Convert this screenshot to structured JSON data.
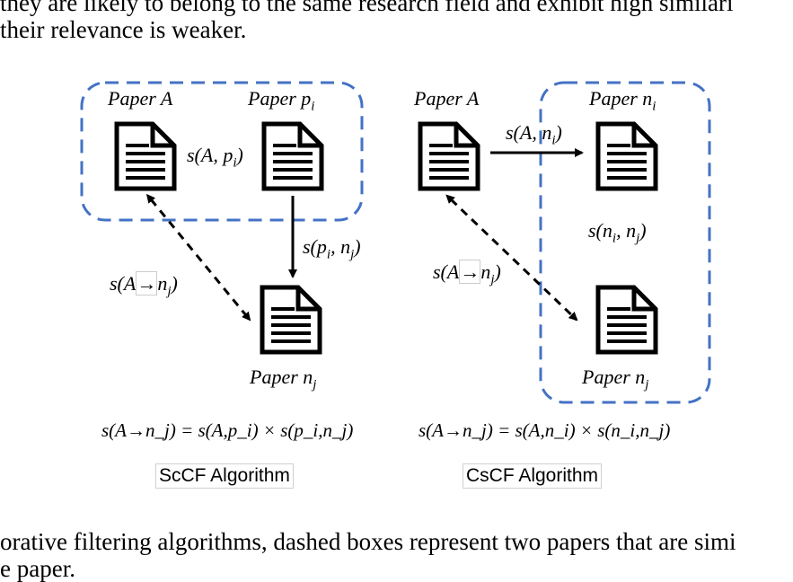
{
  "text_top": {
    "line1": "they are likely to belong to the same research field and exhibit high similari",
    "line2": "their relevance is weaker."
  },
  "scf": {
    "paper_a_label": "Paper A",
    "paper_pi_label": "Paper p",
    "paper_pi_sub": "i",
    "paper_nj_label": "Paper n",
    "paper_nj_sub": "j",
    "s_a_pi": "s(A, p",
    "s_a_pi_tail": ")",
    "s_pi_nj": "s(p",
    "s_pi_nj_mid": ", n",
    "s_a_nj": "s(A",
    "arrow_glyph": "→",
    "formula": "s(A→n_j) = s(A,p_i) × s(p_i,n_j)",
    "algorithm_label": "ScCF Algorithm"
  },
  "csf": {
    "paper_a_label": "Paper A",
    "paper_ni_label": "Paper n",
    "paper_ni_sub": "i",
    "paper_nj_label": "Paper n",
    "paper_nj_sub": "j",
    "s_a_ni": "s(A, n",
    "s_ni_nj": "s(n",
    "s_a_nj": "s(A",
    "arrow_glyph": "→",
    "formula": "s(A→n_j) = s(A,n_i) × s(n_i,n_j)",
    "algorithm_label": "CsCF Algorithm"
  },
  "text_bottom": {
    "line1": "orative filtering algorithms, dashed boxes represent two papers that are simi",
    "line2": "e paper."
  },
  "colors": {
    "dashed_box": "#4472C4",
    "arrow": "#000000",
    "icon": "#000000"
  }
}
